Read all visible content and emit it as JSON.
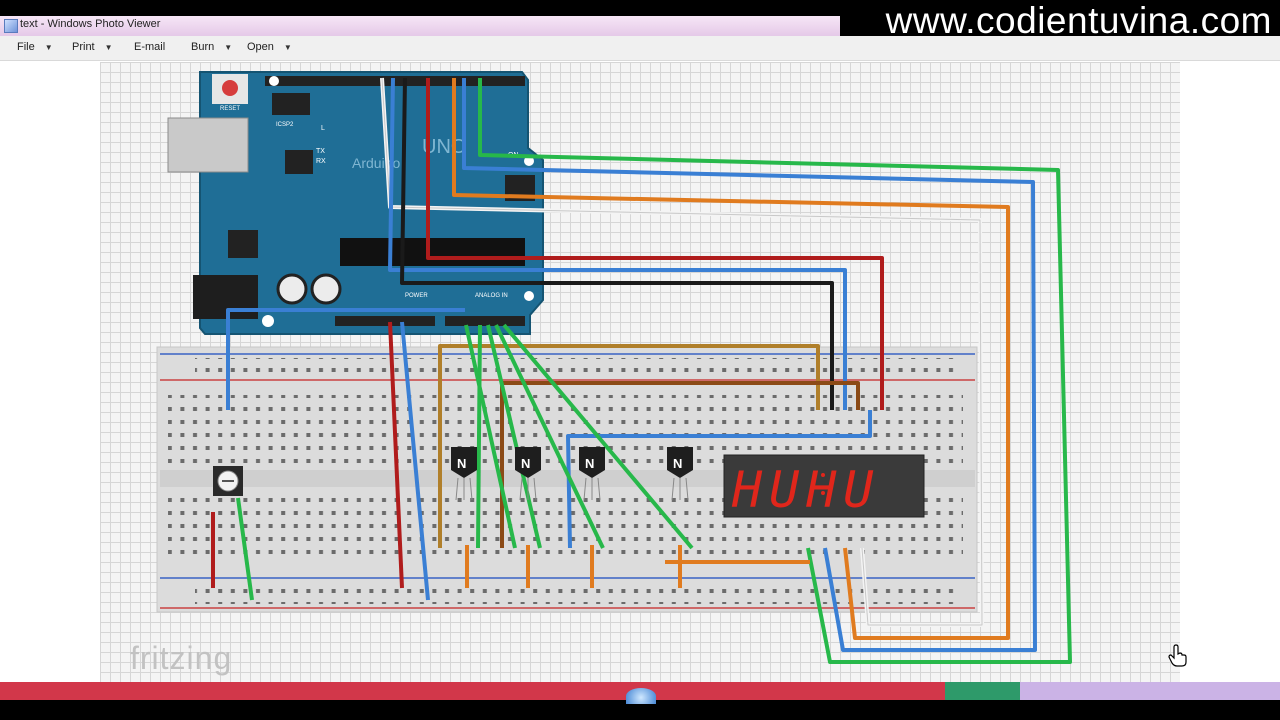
{
  "window": {
    "title": "text - Windows Photo Viewer",
    "watermark": "www.codientuvina.com"
  },
  "menu": {
    "items": [
      {
        "label": "File",
        "has_dropdown": true
      },
      {
        "label": "Print",
        "has_dropdown": true
      },
      {
        "label": "E-mail",
        "has_dropdown": false
      },
      {
        "label": "Burn",
        "has_dropdown": true
      },
      {
        "label": "Open",
        "has_dropdown": true
      }
    ],
    "caret_glyph": "▼"
  },
  "image": {
    "app_logo": "fritzing",
    "arduino": {
      "reset_label": "RESET",
      "icsp_label": "ICSP2",
      "brand": "Arduino",
      "model": "UNO",
      "leds": [
        "L",
        "TX",
        "RX",
        "ON"
      ],
      "power_label": "POWER",
      "analog_label": "ANALOG IN",
      "board_color": "#1f6e96"
    },
    "display": {
      "digits": "HUHU",
      "digit_color": "#e0261b",
      "body_color": "#3a3a3a"
    },
    "transistors": {
      "count": 4,
      "label": "N"
    },
    "wire_colors": {
      "green": "#27b84a",
      "blue": "#3a7fd4",
      "orange": "#e07b1f",
      "white": "#f4f4f4",
      "red": "#b01c1c",
      "black": "#1a1a1a",
      "brown": "#8b4a16",
      "gold": "#b07f2a"
    }
  },
  "taskbar": {
    "colors": {
      "left": "#d2374a",
      "middle": "#2e9a6a",
      "right": "#cbb3e6"
    }
  },
  "cursor": "hand-pointer-icon"
}
